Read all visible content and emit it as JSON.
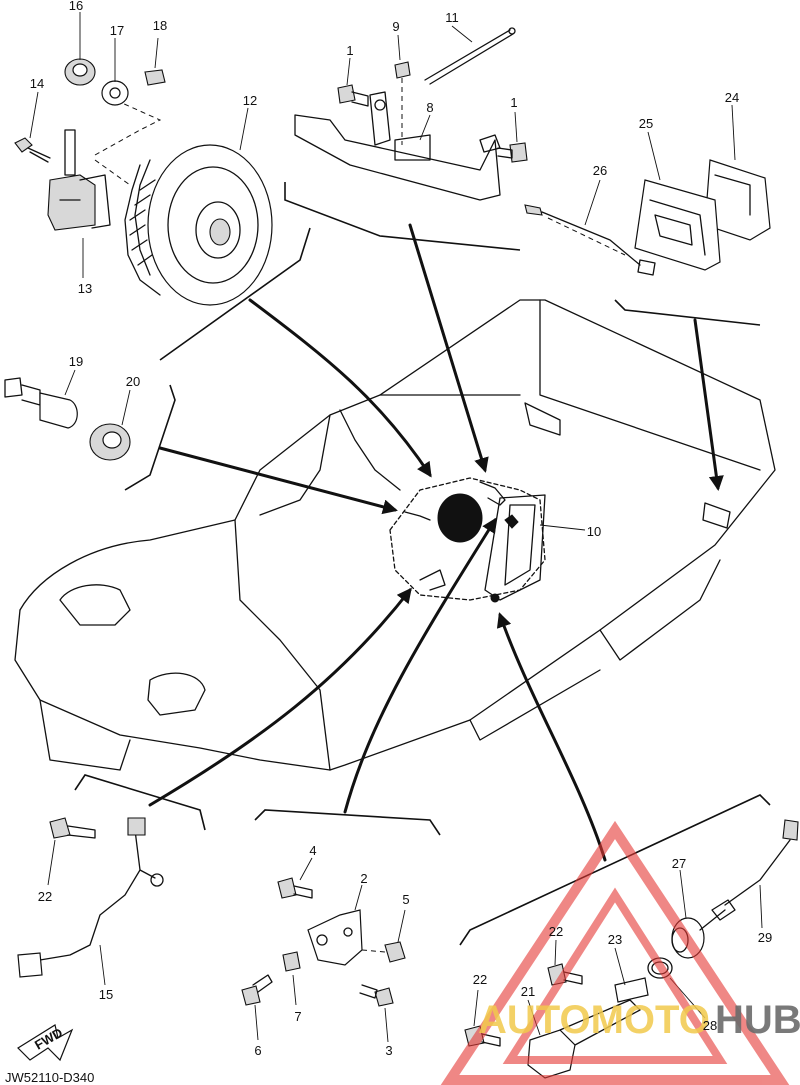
{
  "diagram": {
    "doc_code": "JW52110-D340",
    "fwd_badge": "FWD",
    "watermark": {
      "word_left": "AUTOMOTO",
      "word_right": "HUB",
      "color_left": "#f2c94c",
      "color_right": "#6b6b6b",
      "logo_color": "#e53935"
    },
    "callouts": {
      "c1a": "1",
      "c1b": "1",
      "c2": "2",
      "c3": "3",
      "c4": "4",
      "c5": "5",
      "c6": "6",
      "c7": "7",
      "c8": "8",
      "c9": "9",
      "c10": "10",
      "c11": "11",
      "c12": "12",
      "c13": "13",
      "c14": "14",
      "c15": "15",
      "c16": "16",
      "c17": "17",
      "c18": "18",
      "c19": "19",
      "c20": "20",
      "c21": "21",
      "c22a": "22",
      "c22b": "22",
      "c22c": "22",
      "c23": "23",
      "c24": "24",
      "c25": "25",
      "c26": "26",
      "c27": "27",
      "c28": "28",
      "c29": "29"
    }
  }
}
